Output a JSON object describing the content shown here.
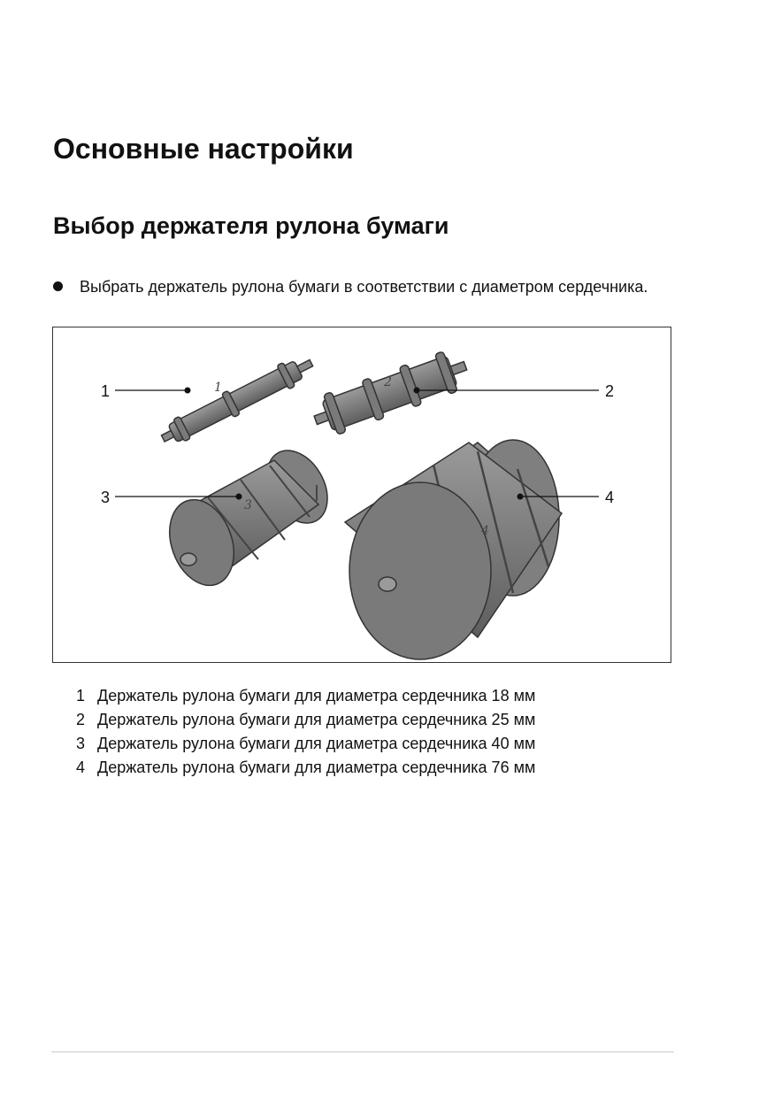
{
  "heading": "Основные настройки",
  "subheading": "Выбор держателя рулона бумаги",
  "bullet": "Выбрать держатель рулона бумаги в соответствии с диаметром сердечника.",
  "figure": {
    "callouts": [
      "1",
      "2",
      "3",
      "4"
    ],
    "part_marks": [
      "1",
      "2",
      "3",
      "4"
    ]
  },
  "legend": [
    {
      "num": "1",
      "text": "Держатель рулона бумаги для диаметра сердечника 18 мм"
    },
    {
      "num": "2",
      "text": "Держатель рулона бумаги для диаметра сердечника 25 мм"
    },
    {
      "num": "3",
      "text": "Держатель рулона бумаги для диаметра сердечника 40 мм"
    },
    {
      "num": "4",
      "text": "Держатель рулона бумаги для диаметра сердечника 76 мм"
    }
  ]
}
